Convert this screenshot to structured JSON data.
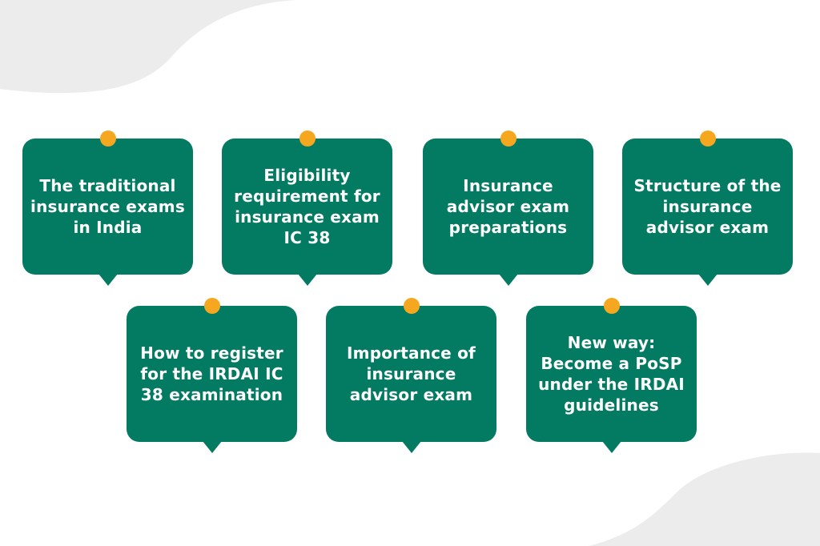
{
  "colors": {
    "card": "#037b63",
    "dot": "#f5a81f",
    "decoration": "#ececec"
  },
  "cards": [
    {
      "text": "The traditional\ninsurance exams\nin India"
    },
    {
      "text": "Eligibility\nrequirement for\ninsurance exam\nIC 38"
    },
    {
      "text": "Insurance\nadvisor exam\npreparations"
    },
    {
      "text": "Structure of the\ninsurance\nadvisor exam"
    },
    {
      "text": "How to register\nfor the IRDAI IC\n38 examination"
    },
    {
      "text": "Importance of\ninsurance\nadvisor exam"
    },
    {
      "text": "New way:\nBecome a PoSP\nunder the IRDAI\nguidelines"
    }
  ]
}
